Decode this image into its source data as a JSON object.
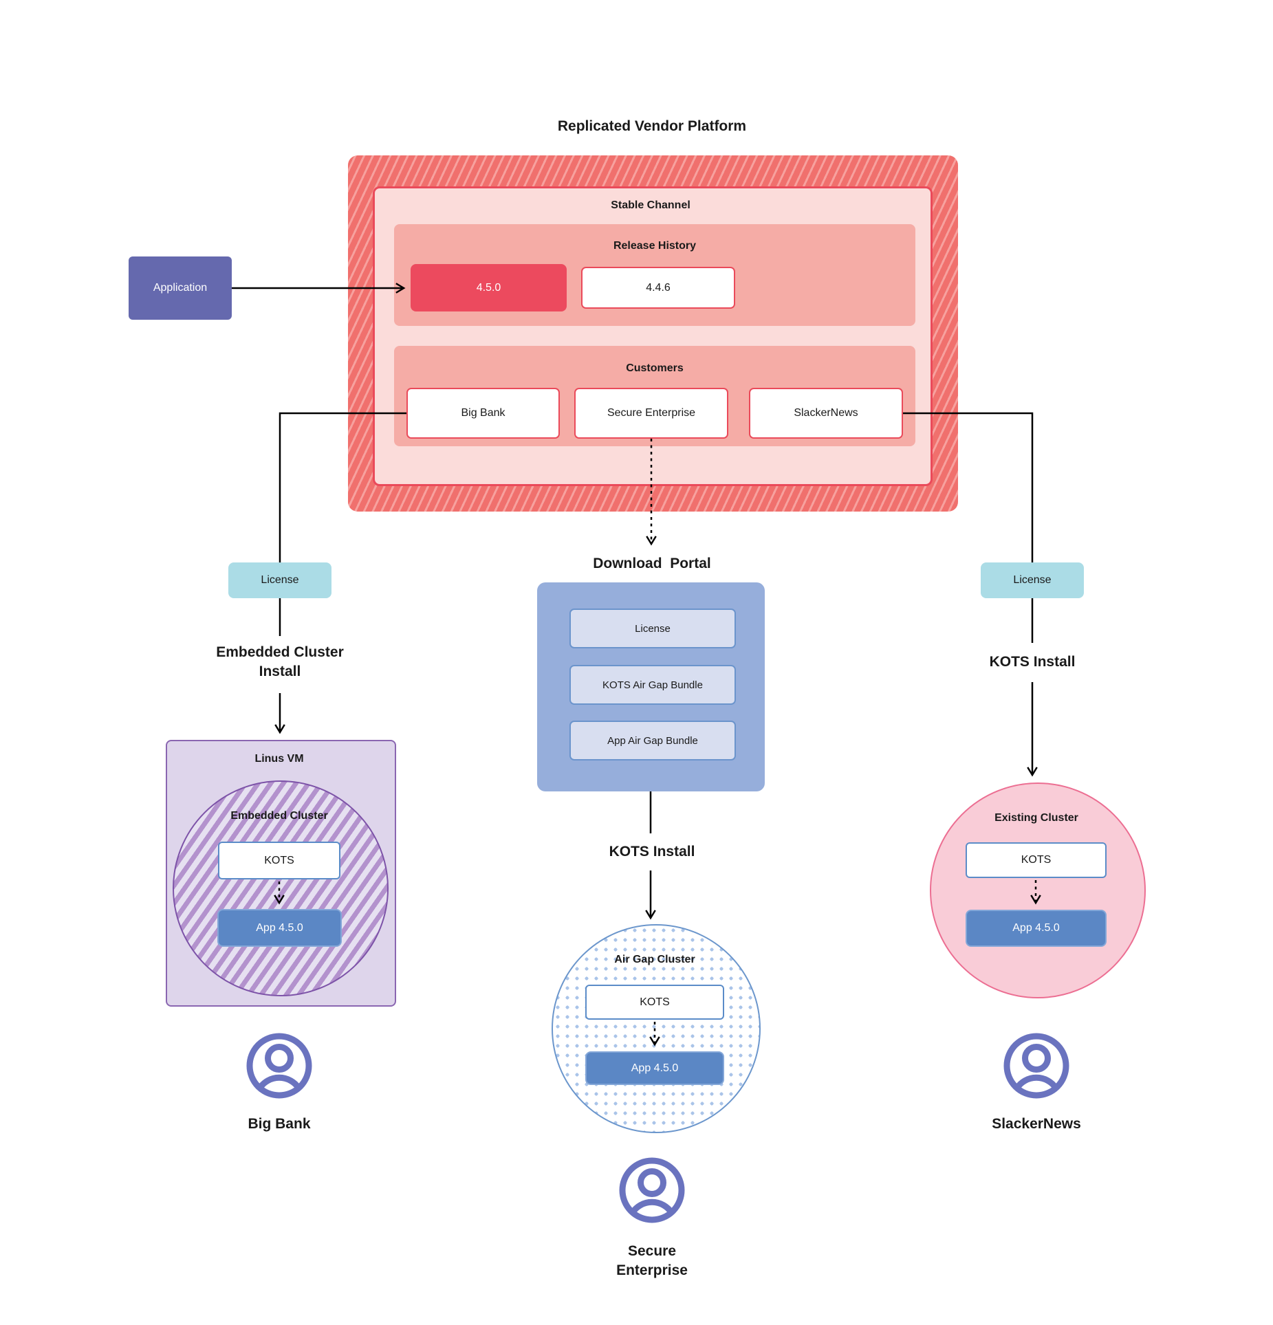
{
  "title": "Replicated Vendor Platform",
  "application_label": "Application",
  "platform": {
    "stable_channel_label": "Stable Channel",
    "release_history_label": "Release History",
    "releases": [
      {
        "version": "4.5.0",
        "current": true
      },
      {
        "version": "4.4.6",
        "current": false
      }
    ],
    "customers_label": "Customers",
    "customers": [
      "Big Bank",
      "Secure Enterprise",
      "SlackerNews"
    ]
  },
  "left_branch": {
    "license_label": "License",
    "install_label": "Embedded Cluster\nInstall",
    "vm_label": "Linus VM",
    "cluster_label": "Embedded Cluster",
    "kots_label": "KOTS",
    "app_label": "App 4.5.0",
    "user_label": "Big Bank"
  },
  "middle_branch": {
    "portal_label": "Download  Portal",
    "portal_items": [
      "License",
      "KOTS Air Gap Bundle",
      "App Air Gap Bundle"
    ],
    "install_label": "KOTS Install",
    "cluster_label": "Air Gap Cluster",
    "kots_label": "KOTS",
    "app_label": "App 4.5.0",
    "user_label": "Secure\nEnterprise"
  },
  "right_branch": {
    "license_label": "License",
    "install_label": "KOTS Install",
    "cluster_label": "Existing Cluster",
    "kots_label": "KOTS",
    "app_label": "App 4.5.0",
    "user_label": "SlackerNews"
  },
  "colors": {
    "platform_hatch_base": "#f0706d",
    "platform_hatch_stripe": "#f7a19e",
    "stable_channel_fill": "#fbdcda",
    "channel_border": "#ea4a5a",
    "section_fill": "#f5aca6",
    "current_release_fill": "#ec4a5e",
    "application_fill": "#6569ae",
    "license_fill": "#abdce6",
    "portal_fill": "#96aedb",
    "portal_item_fill": "#d8def0",
    "portal_item_border": "#6b94cc",
    "kots_border": "#5b8cc8",
    "app_fill": "#5b87c5",
    "vm_fill": "#ded5eb",
    "vm_border": "#8a66b1",
    "embedded_hatch_stripe": "#b392cd",
    "embedded_hatch_base": "#e6e0f1",
    "existing_fill": "#f9ccd7",
    "existing_border": "#ec6e92",
    "airgap_dot": "#aac4e9",
    "user_icon": "#6a73bf",
    "connector": "#000000"
  }
}
